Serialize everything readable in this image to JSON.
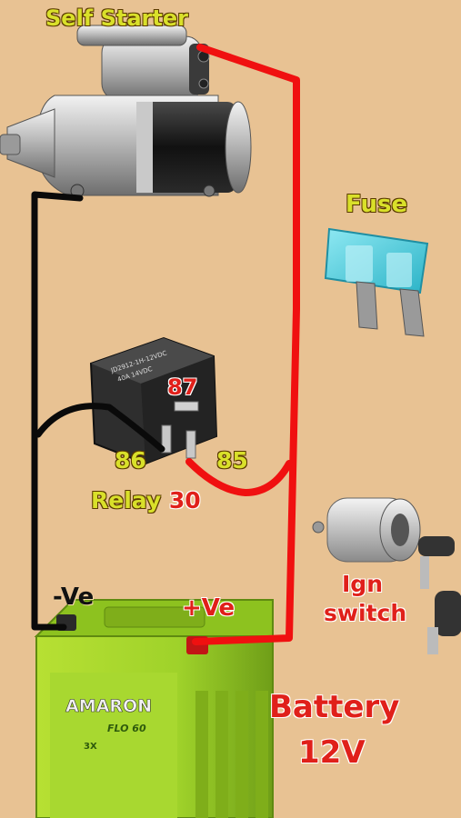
{
  "labels": {
    "self_starter": "Self Starter",
    "fuse": "Fuse",
    "relay_word": "Relay",
    "pin_30": "30",
    "pin_87": "87",
    "pin_86": "86",
    "pin_85": "85",
    "neg": "-Ve",
    "pos": "+Ve",
    "ign_line1": "Ign",
    "ign_line2": "switch",
    "battery_line1": "Battery",
    "battery_line2": "12V"
  },
  "relay_case_text": {
    "line1": "JD2912-1H-12VDC",
    "line2": "40A 14VDC"
  },
  "battery_text": {
    "brand": "AMARON",
    "model": "FLO 60",
    "badge": "3X"
  },
  "colors": {
    "background": "#e8c293",
    "wire_positive": "#f01010",
    "wire_negative": "#0a0a0a",
    "battery_body": "#9fd22a",
    "fuse": "#5fd6e6",
    "label_yellow": "#d9e02a",
    "label_red": "#e0201a"
  }
}
